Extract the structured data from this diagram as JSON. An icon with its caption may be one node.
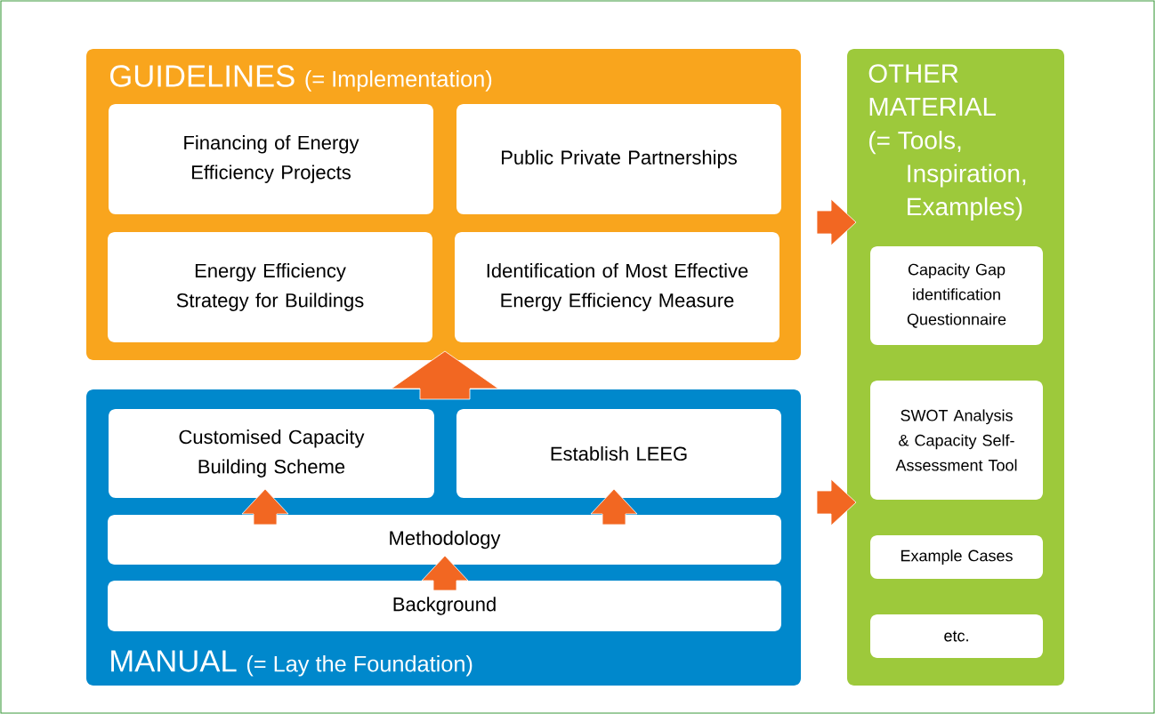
{
  "diagram": {
    "nodes": [
      {
        "text": [
          "GUIDELINES",
          "(= Implementation)"
        ]
      },
      {
        "text": [
          "Financing of Energy Efficiency Projects"
        ],
        "in": 0
      },
      {
        "text": [
          "Public Private Partnerships"
        ],
        "in": 0
      },
      {
        "text": [
          "Energy Efficiency Strategy for Buildings"
        ],
        "in": 0
      },
      {
        "text": [
          "Identification of Most Effective Energy Efficiency Measure"
        ],
        "in": 0
      },
      {
        "text": [
          "MANUAL",
          "(= Lay the Foundation)"
        ]
      },
      {
        "text": [
          "Customised Capacity Building Scheme"
        ],
        "in": 5
      },
      {
        "text": [
          "Establish LEEG"
        ],
        "in": 5
      },
      {
        "text": [
          "Methodology"
        ],
        "in": 5
      },
      {
        "text": [
          "Background"
        ],
        "in": 5
      },
      {
        "text": [
          "OTHER MATERIAL",
          "(= Tools, Inspiration, Examples)"
        ]
      },
      {
        "text": [
          "Capacity  Gap identification Questionnaire"
        ],
        "in": 10
      },
      {
        "text": [
          "SWOT Analysis & Capacity Self-Assessment Tool"
        ],
        "in": 10
      },
      {
        "text": [
          "Example Cases"
        ],
        "in": 10
      },
      {
        "text": [
          "etc."
        ],
        "in": 10
      }
    ],
    "edges": [
      {
        "from": 5,
        "to": 0,
        "arrow": "to",
        "style": "thick"
      },
      {
        "from": 8,
        "to": 6,
        "arrow": "to"
      },
      {
        "from": 8,
        "to": 7,
        "arrow": "to"
      },
      {
        "from": 9,
        "to": 8,
        "arrow": "to"
      },
      {
        "from": 0,
        "to": 10,
        "arrow": "to"
      },
      {
        "from": 5,
        "to": 10,
        "arrow": "to"
      }
    ]
  }
}
